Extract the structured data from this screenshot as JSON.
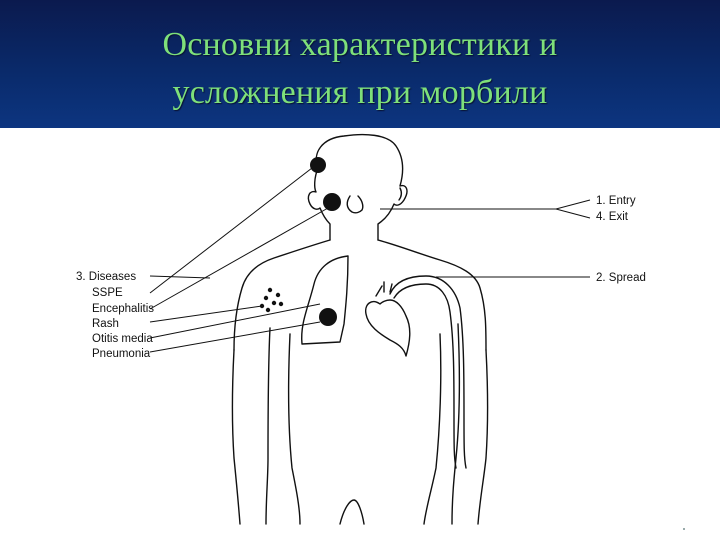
{
  "slide": {
    "title_line1": "Основни характеристики и",
    "title_line2": "усложнения при морбили"
  },
  "diagram": {
    "right_labels": {
      "entry": "1. Entry",
      "exit": "4. Exit",
      "spread": "2. Spread"
    },
    "diseases": {
      "heading": "3. Diseases",
      "items": [
        "SSPE",
        "Encephalitis",
        "Rash",
        "Otitis media",
        "Pneumonia"
      ]
    }
  },
  "colors": {
    "title_band": "#0a2a6a",
    "title_text": "#7ee07a",
    "line": "#111111"
  }
}
